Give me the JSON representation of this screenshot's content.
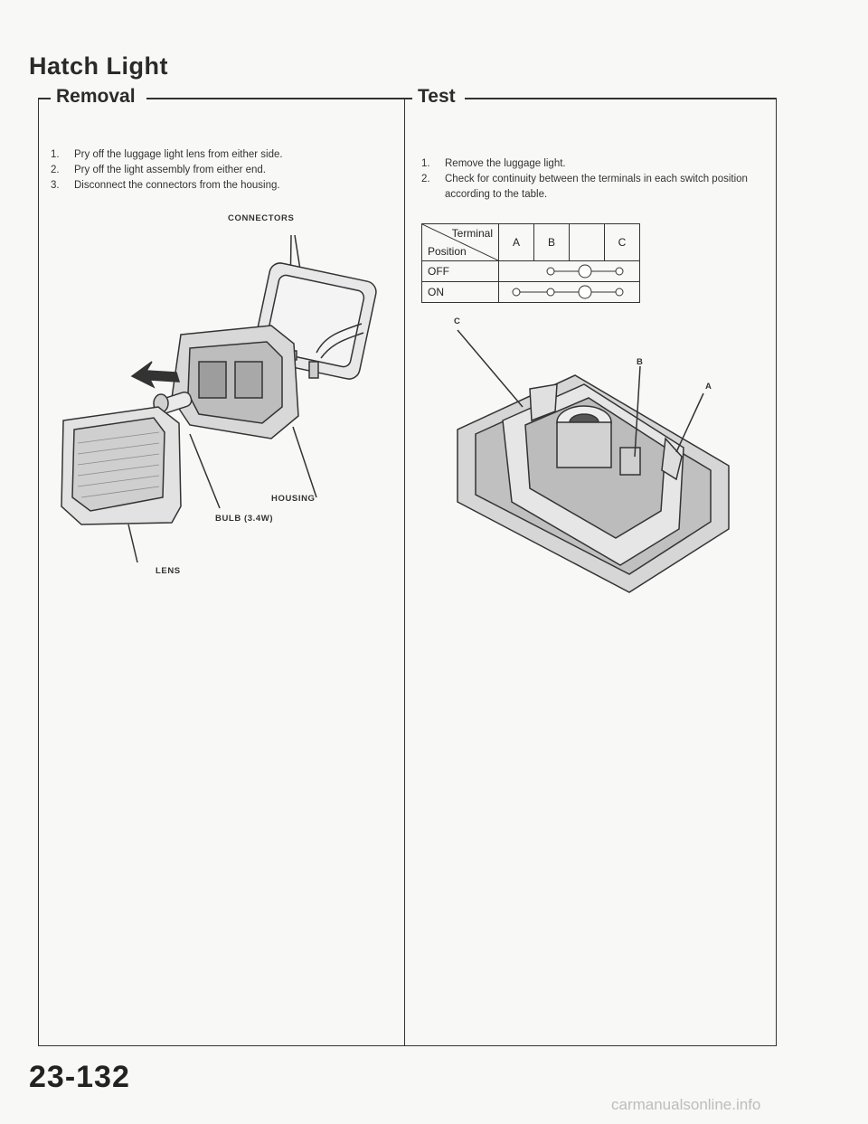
{
  "page": {
    "title": "Hatch Light",
    "page_number": "23-132",
    "watermark": "carmanualsonline.info"
  },
  "removal": {
    "heading": "Removal",
    "steps": [
      {
        "num": "1.",
        "text": "Pry off the luggage light lens from either side."
      },
      {
        "num": "2.",
        "text": "Pry off the light assembly from either end."
      },
      {
        "num": "3.",
        "text": "Disconnect the connectors from the housing."
      }
    ],
    "labels": {
      "connectors": "CONNECTORS",
      "housing": "HOUSING",
      "bulb": "BULB (3.4W)",
      "lens": "LENS"
    }
  },
  "test": {
    "heading": "Test",
    "steps": [
      {
        "num": "1.",
        "text": "Remove the luggage light."
      },
      {
        "num": "2.",
        "text": "Check for continuity between the terminals in each switch position according to the table."
      }
    ],
    "table": {
      "corner_top": "Terminal",
      "corner_bottom": "Position",
      "columns": [
        "A",
        "B",
        "",
        "C"
      ],
      "rows": [
        {
          "position": "OFF"
        },
        {
          "position": "ON"
        }
      ]
    },
    "labels": {
      "a": "A",
      "b": "B",
      "c": "C"
    }
  }
}
